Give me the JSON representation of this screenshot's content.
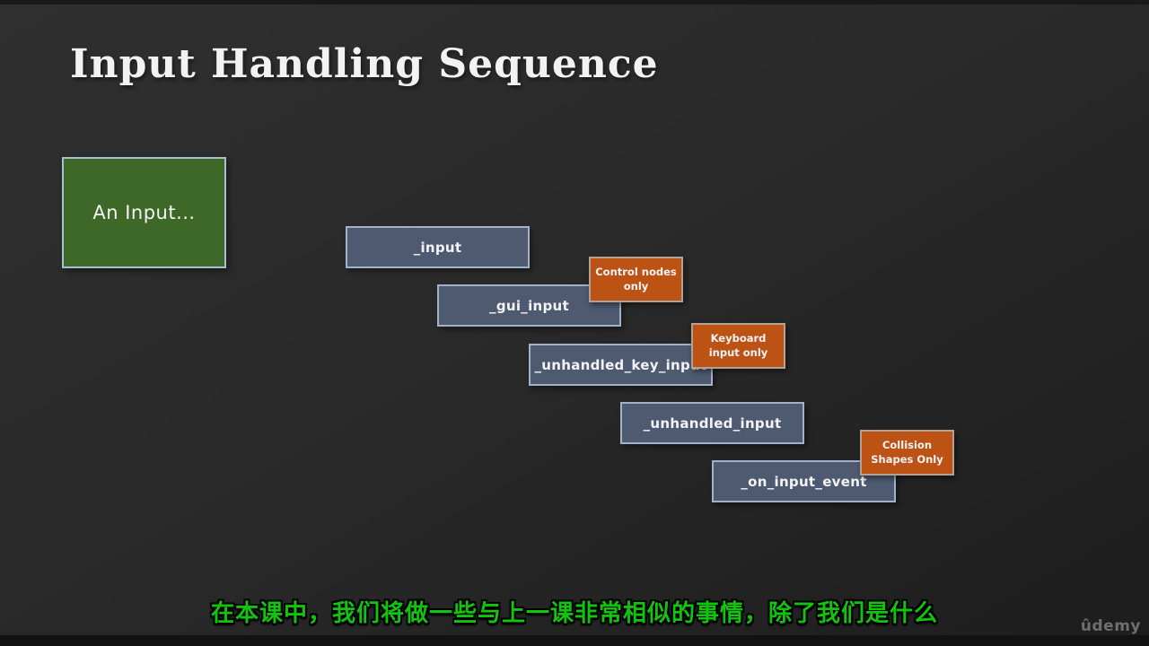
{
  "slide": {
    "title": "Input Handling Sequence"
  },
  "diagram": {
    "start": {
      "label": "An Input..."
    },
    "steps": [
      {
        "label": "_input"
      },
      {
        "label": "_gui_input"
      },
      {
        "label": "_unhandled_key_input"
      },
      {
        "label": "_unhandled_input"
      },
      {
        "label": "_on_input_event"
      }
    ],
    "notes": [
      {
        "lines": [
          "Control nodes",
          "only"
        ],
        "attached_to": "_gui_input"
      },
      {
        "lines": [
          "Keyboard",
          "input only"
        ],
        "attached_to": "_unhandled_key_input"
      },
      {
        "lines": [
          "Collision",
          "Shapes Only"
        ],
        "attached_to": "_on_input_event"
      }
    ],
    "colors": {
      "start_fill": "#3e6827",
      "step_fill": "#4d5a70",
      "step_border": "#a3b2c8",
      "note_fill": "#bc5315",
      "note_border": "#b3a294"
    }
  },
  "subtitle": {
    "text": "在本课中，我们将做一些与上一课非常相似的事情，除了我们是什么",
    "color": "#12c40e"
  },
  "watermark": {
    "label": "ûdemy"
  }
}
